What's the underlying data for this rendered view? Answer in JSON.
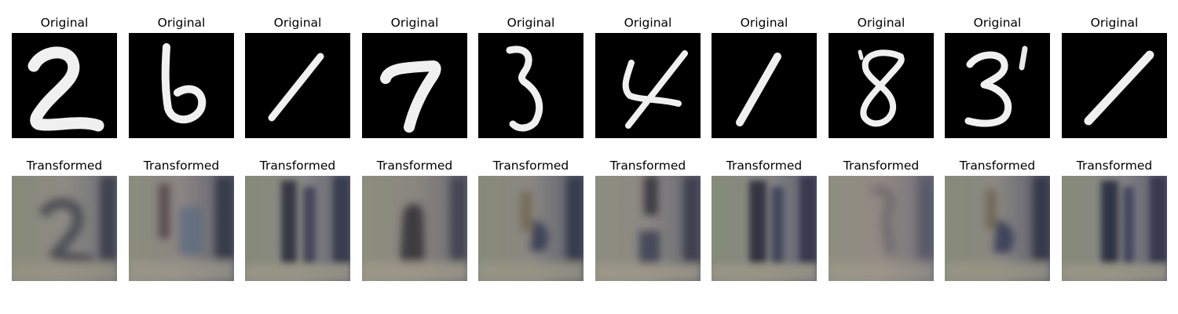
{
  "figure": {
    "rows": [
      {
        "title": "Original",
        "panels": [
          {
            "title": "Original",
            "depicted_digit": "2"
          },
          {
            "title": "Original",
            "depicted_digit": "6"
          },
          {
            "title": "Original",
            "depicted_digit": "1"
          },
          {
            "title": "Original",
            "depicted_digit": "7"
          },
          {
            "title": "Original",
            "depicted_digit": "3"
          },
          {
            "title": "Original",
            "depicted_digit": "4"
          },
          {
            "title": "Original",
            "depicted_digit": "1"
          },
          {
            "title": "Original",
            "depicted_digit": "8"
          },
          {
            "title": "Original",
            "depicted_digit": "3"
          },
          {
            "title": "Original",
            "depicted_digit": "1"
          }
        ]
      },
      {
        "title": "Transformed",
        "panels": [
          {
            "title": "Transformed"
          },
          {
            "title": "Transformed"
          },
          {
            "title": "Transformed"
          },
          {
            "title": "Transformed"
          },
          {
            "title": "Transformed"
          },
          {
            "title": "Transformed"
          },
          {
            "title": "Transformed"
          },
          {
            "title": "Transformed"
          },
          {
            "title": "Transformed"
          },
          {
            "title": "Transformed"
          }
        ]
      }
    ],
    "colors": {
      "original_background": "#000000",
      "digit_stroke": "#f2f2f2",
      "transformed_base": "#8a8a84",
      "transformed_dark": "#2e3040",
      "page_background": "#ffffff"
    }
  }
}
